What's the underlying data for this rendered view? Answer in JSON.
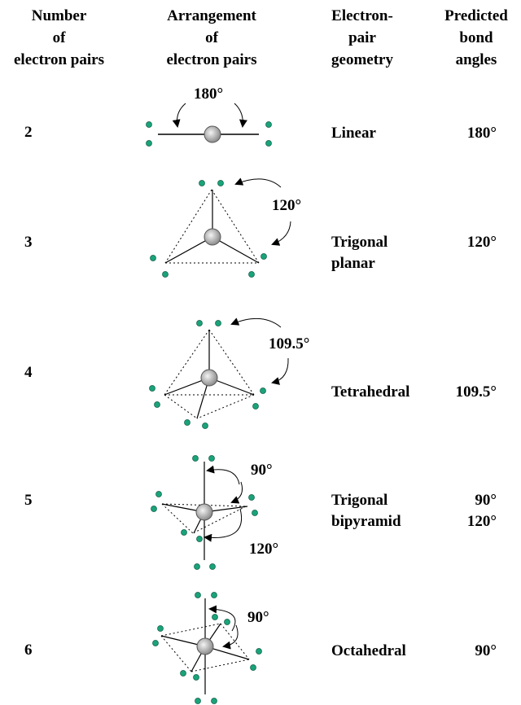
{
  "headers": {
    "number": "Number\nof\nelectron pairs",
    "arrangement": "Arrangement\nof\nelectron pairs",
    "geometry": "Electron-\npair\ngeometry",
    "angles": "Predicted\nbond\nangles"
  },
  "rows": [
    {
      "number": "2",
      "geometry": "Linear",
      "angles": "180°",
      "diagram_label": "180°"
    },
    {
      "number": "3",
      "geometry": "Trigonal\nplanar",
      "angles": "120°",
      "diagram_label": "120°"
    },
    {
      "number": "4",
      "geometry": "Tetrahedral",
      "angles": "109.5°",
      "diagram_label": "109.5°"
    },
    {
      "number": "5",
      "geometry": "Trigonal\nbipyramid",
      "angles": "90°\n120°",
      "diagram_label_a": "90°",
      "diagram_label_b": "120°"
    },
    {
      "number": "6",
      "geometry": "Octahedral",
      "angles": "90°",
      "diagram_label": "90°"
    }
  ],
  "colors": {
    "electron": "#1aa37a",
    "atom": "#b8b8b8"
  }
}
